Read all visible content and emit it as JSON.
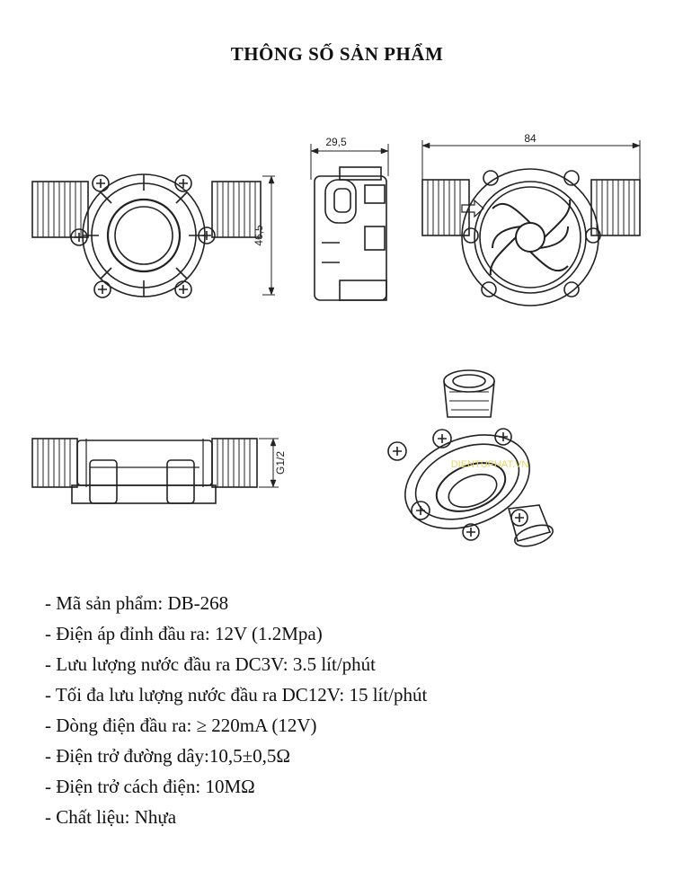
{
  "title": "THÔNG SỐ SẢN PHẨM",
  "dimensions": {
    "height_front": "46,5",
    "depth_side": "29,5",
    "length_top": "84",
    "thread": "G1/2"
  },
  "watermark": "DIENTUPHAT.VN",
  "specs": [
    "- Mã sản phẩm: DB-268",
    "- Điện áp đỉnh đầu ra: 12V (1.2Mpa)",
    "- Lưu lượng nước đầu ra DC3V: 3.5 lít/phút",
    "- Tối đa lưu lượng nước đầu ra DC12V: 15 lít/phút",
    "- Dòng điện đầu ra: ≥ 220mA (12V)",
    "- Điện trở đường dây:10,5±0,5Ω",
    "- Điện trở cách điện: 10MΩ",
    "- Chất liệu: Nhựa"
  ]
}
